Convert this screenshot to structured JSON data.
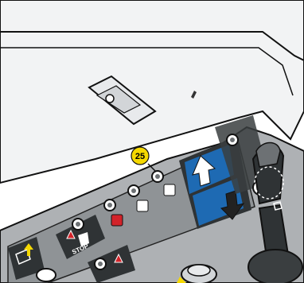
{
  "callout": {
    "number": "25",
    "fill": "#f5d800"
  },
  "panel": {
    "stop_button_label": "STOP",
    "colors": {
      "panel_gray": "#8f9396",
      "panel_dark": "#2f3335",
      "arrow_blue": "#1e6ab3",
      "warning_red": "#d2232a",
      "highlight_yellow": "#f5d800"
    },
    "controls": [
      "engine-indicator-button",
      "hydraulic-control-button",
      "platform-control-button",
      "stop-button",
      "boom-tilt-button",
      "up-arrow-button",
      "down-arrow-button",
      "joystick"
    ]
  }
}
